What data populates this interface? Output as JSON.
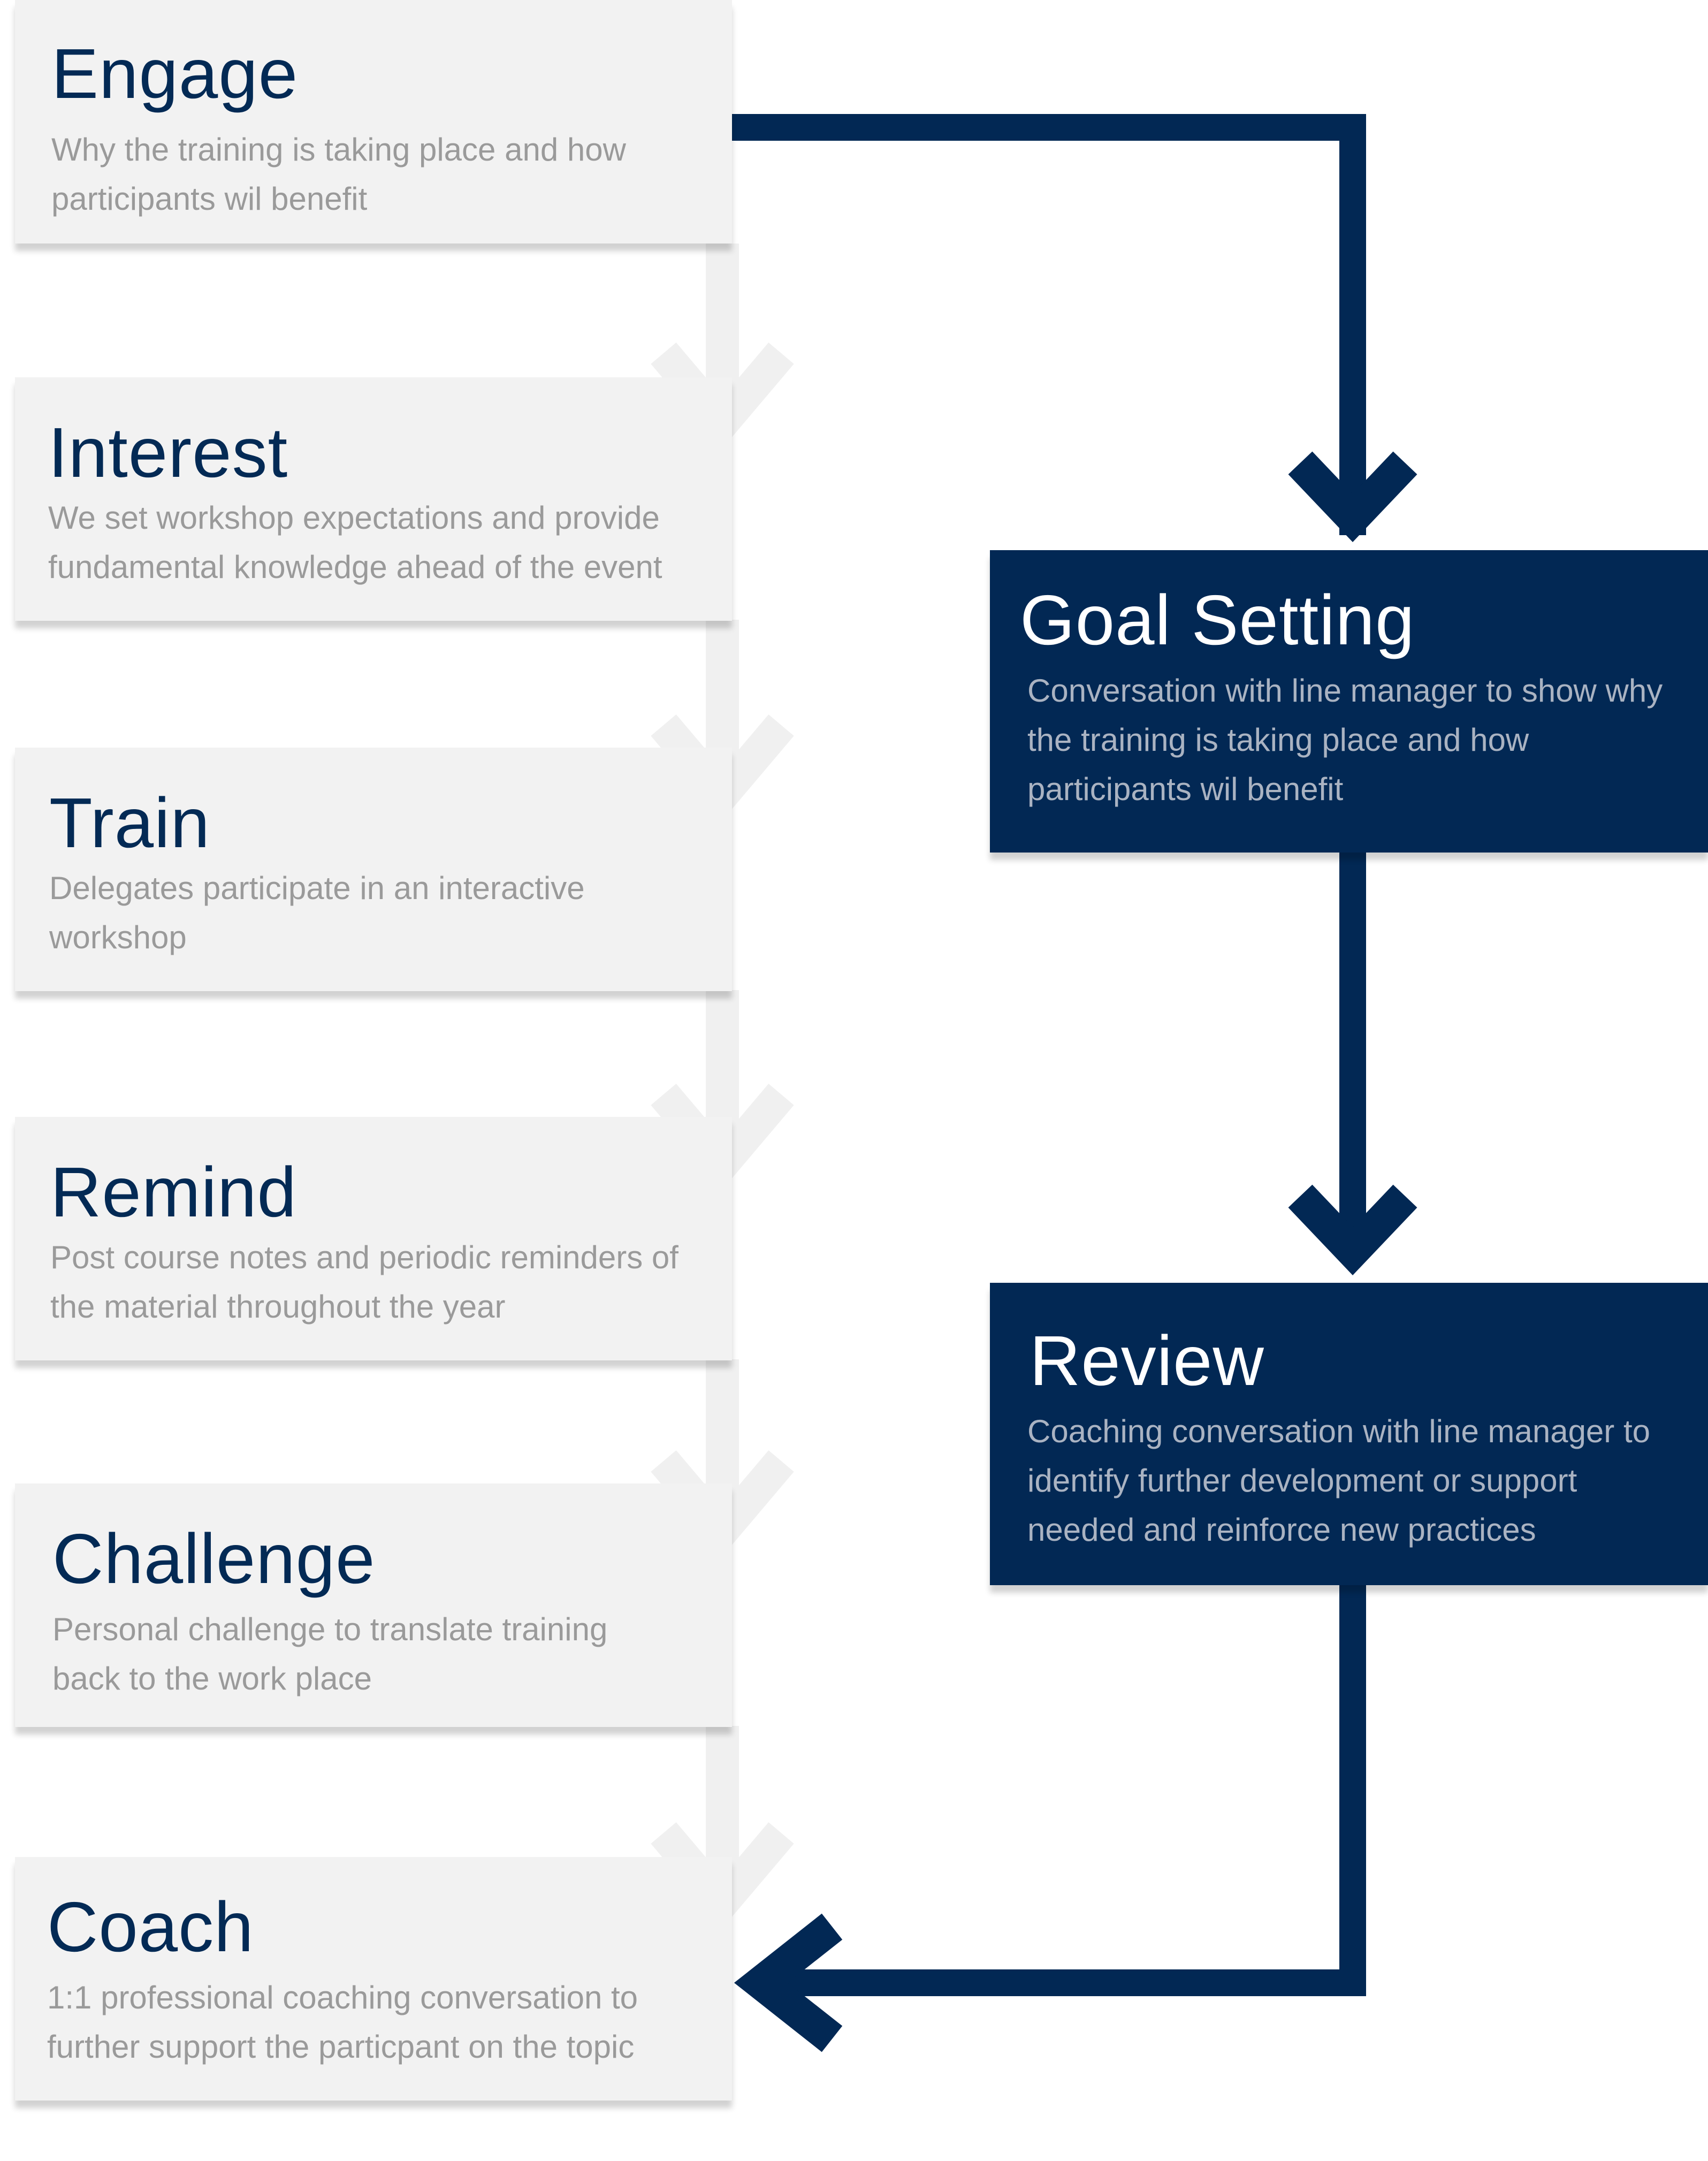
{
  "colors": {
    "navy": "#022854",
    "light_box": "#f2f2f2",
    "light_arrow": "#f0f0f0",
    "title_light": "#032a55",
    "desc_light": "#9a9a9a",
    "desc_dark": "#aab3c2"
  },
  "steps": [
    {
      "title": "Engage",
      "description": "Why the training is taking place and how participants wil benefit"
    },
    {
      "title": "Interest",
      "description": "We set workshop expectations and provide fundamental knowledge ahead of the event"
    },
    {
      "title": "Train",
      "description": "Delegates participate in an interactive workshop"
    },
    {
      "title": "Remind",
      "description": "Post course notes and periodic reminders of the material throughout the year"
    },
    {
      "title": "Challenge",
      "description": "Personal challenge to translate training back to the work place"
    },
    {
      "title": "Coach",
      "description": "1:1 professional coaching conversation to further support the particpant on the topic"
    }
  ],
  "side_steps": [
    {
      "title": "Goal Setting",
      "description": "Conversation with line manager to show why the training is taking place and how participants wil benefit"
    },
    {
      "title": "Review",
      "description": "Coaching conversation with line manager to identify further development or support needed and reinforce new practices"
    }
  ],
  "icons": {
    "left_connector": "chevron-down-icon",
    "right_connector": "arrow-down-icon",
    "return_connector": "arrow-left-icon"
  }
}
